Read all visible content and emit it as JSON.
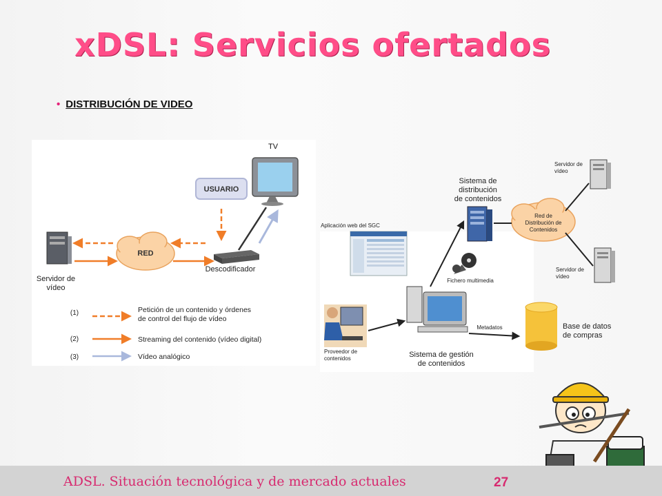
{
  "slide": {
    "title": "xDSL: Servicios ofertados",
    "bullet": "DISTRIBUCIÓN  DE VIDEO",
    "footer": "ADSL. Situación tecnológica y de mercado actuales",
    "page_number": "27"
  },
  "diagram_left": {
    "tv": "TV",
    "usuario": "USUARIO",
    "red": "RED",
    "decoder": "Descodificador",
    "server_line1": "Servidor de",
    "server_line2": "vídeo",
    "legend": [
      {
        "num": "(1)",
        "line1": "Petición de un contenido y órdenes",
        "line2": "de control del flujo de vídeo"
      },
      {
        "num": "(2)",
        "line1": "Streaming del contenido (vídeo digital)",
        "line2": ""
      },
      {
        "num": "(3)",
        "line1": "Vídeo analógico",
        "line2": ""
      }
    ]
  },
  "diagram_right": {
    "web_app": "Aplicación web del SGC",
    "dist_line1": "Sistema de",
    "dist_line2": "distribución",
    "dist_line3": "de contenidos",
    "cdn_line1": "Red de",
    "cdn_line2": "Distribución de",
    "cdn_line3": "Contenidos",
    "server_top_line1": "Servidor de",
    "server_top_line2": "vídeo",
    "server_bot_line1": "Servidor de",
    "server_bot_line2": "vídeo",
    "multimedia": "Fichero multimedia",
    "metadatos": "Metadatos",
    "db_line1": "Base de datos",
    "db_line2": "de compras",
    "provider_line1": "Proveedor de",
    "provider_line2": "contenidos",
    "sgc_line1": "Sistema de gestión",
    "sgc_line2": "de contenidos"
  },
  "colors": {
    "title": "#ff4d88",
    "accent": "#d72a6f",
    "arrow_request": "#f07d28",
    "arrow_analog": "#a9b8dc"
  }
}
